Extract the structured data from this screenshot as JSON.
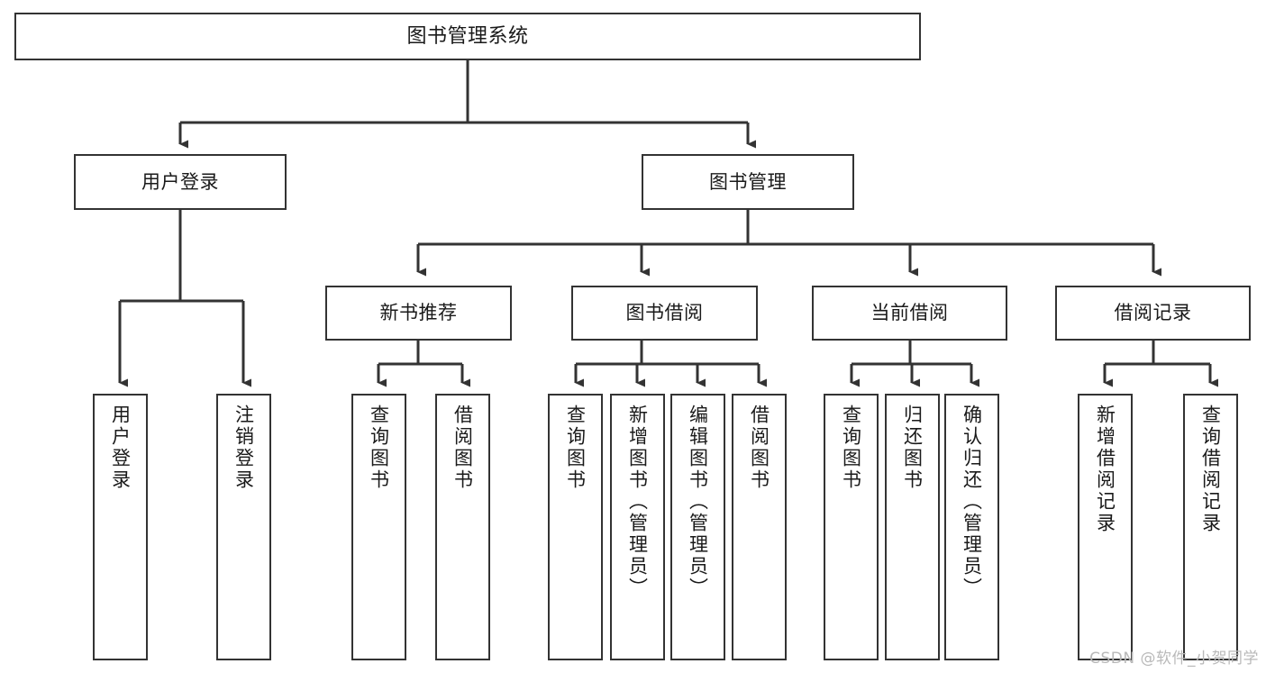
{
  "diagram": {
    "type": "tree-hierarchy",
    "title": "图书管理系统",
    "watermark": "CSDN @软件_小贺同学",
    "colors": {
      "box_border": "#333333",
      "box_fill": "#ffffff",
      "connector": "#333333",
      "text": "#1a1a1a",
      "watermark": "#b9b9b9"
    },
    "levels": {
      "root": {
        "label": "图书管理系统"
      },
      "level2": [
        {
          "id": "user-login",
          "label": "用户登录"
        },
        {
          "id": "book-manage",
          "label": "图书管理"
        }
      ],
      "level3": [
        {
          "id": "new-book-recommend",
          "label": "新书推荐",
          "parent": "book-manage"
        },
        {
          "id": "book-borrow",
          "label": "图书借阅",
          "parent": "book-manage"
        },
        {
          "id": "current-borrow",
          "label": "当前借阅",
          "parent": "book-manage"
        },
        {
          "id": "borrow-record",
          "label": "借阅记录",
          "parent": "book-manage"
        }
      ],
      "leaves": [
        {
          "id": "leaf-user-login",
          "label": "用户登录",
          "parent": "user-login"
        },
        {
          "id": "leaf-logout",
          "label": "注销登录",
          "parent": "user-login"
        },
        {
          "id": "leaf-query-book-1",
          "label": "查询图书",
          "parent": "new-book-recommend"
        },
        {
          "id": "leaf-borrow-book-1",
          "label": "借阅图书",
          "parent": "new-book-recommend"
        },
        {
          "id": "leaf-query-book-2",
          "label": "查询图书",
          "parent": "book-borrow"
        },
        {
          "id": "leaf-add-book",
          "label": "新增图书（管理员）",
          "parent": "book-borrow"
        },
        {
          "id": "leaf-edit-book",
          "label": "编辑图书（管理员）",
          "parent": "book-borrow"
        },
        {
          "id": "leaf-borrow-book-2",
          "label": "借阅图书",
          "parent": "book-borrow"
        },
        {
          "id": "leaf-query-book-3",
          "label": "查询图书",
          "parent": "current-borrow"
        },
        {
          "id": "leaf-return-book",
          "label": "归还图书",
          "parent": "current-borrow"
        },
        {
          "id": "leaf-confirm-return",
          "label": "确认归还（管理员）",
          "parent": "current-borrow"
        },
        {
          "id": "leaf-add-record",
          "label": "新增借阅记录",
          "parent": "borrow-record"
        },
        {
          "id": "leaf-query-record",
          "label": "查询借阅记录",
          "parent": "borrow-record"
        }
      ]
    }
  }
}
